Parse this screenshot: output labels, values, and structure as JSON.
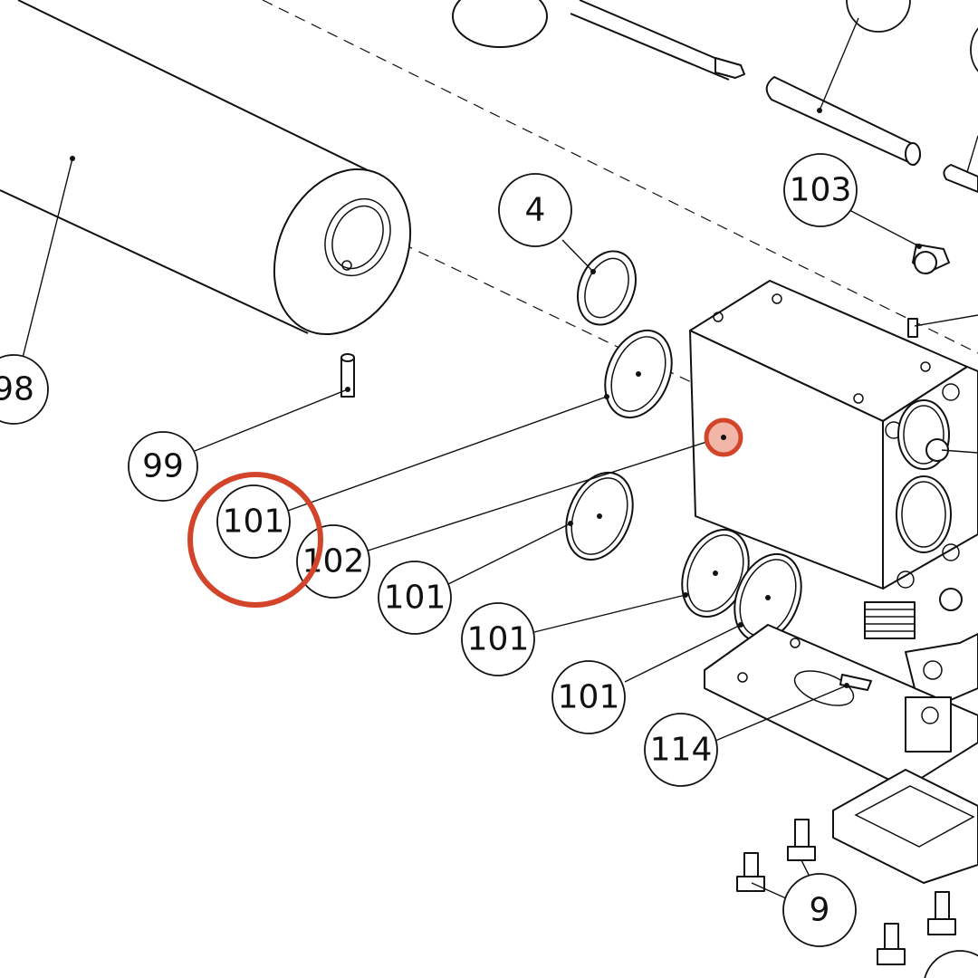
{
  "callouts": {
    "c98": "98",
    "c99": "99",
    "c101a": "101",
    "c102": "102",
    "c101b": "101",
    "c101c": "101",
    "c101d": "101",
    "c114": "114",
    "c4": "4",
    "c103": "103",
    "c9": "9"
  },
  "highlight": {
    "color": "#d2452a",
    "fill": "#f2b6a8",
    "ring_target": "c101a"
  },
  "icons": {
    "highlight_ring": "circle-outline",
    "highlight_point": "filled-dot"
  }
}
